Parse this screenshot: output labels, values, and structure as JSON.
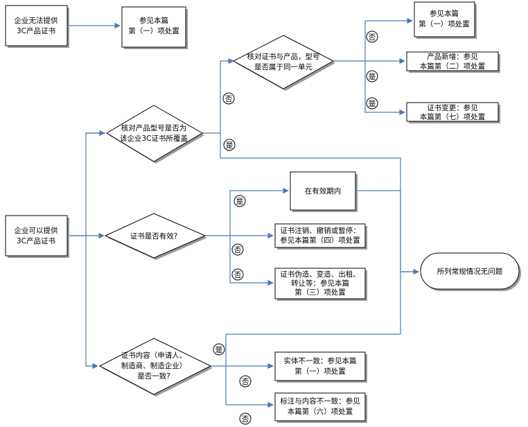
{
  "nodes": {
    "no_cert": [
      "企业无法提供",
      "3C产品证书"
    ],
    "ref_1_top": [
      "参见本篇",
      "第（一）项处置"
    ],
    "verify_unit": [
      "核对证书与产品，型号",
      "是否属于同一单元"
    ],
    "ref_1_right": [
      "参见本篇",
      "第（一）项处置"
    ],
    "new_product": [
      "产品新增：参见",
      "本篇第（二）项处置"
    ],
    "cert_change": [
      "证书变更：参见",
      "本篇第（七）项处置"
    ],
    "verify_model": [
      "核对产品型号是否为",
      "该企业3C证书所覆盖"
    ],
    "can_provide": [
      "企业可以提供",
      "3C产品证书"
    ],
    "valid_q": [
      "证书是否有效?"
    ],
    "in_period": [
      "在有效期内"
    ],
    "revoked": [
      "证书注销、撤销或暂停：",
      "参见本篇第（四）项处置"
    ],
    "forged": [
      "证书伪造、变造、出租、",
      "转让等：参见本篇",
      "第（三）项处置"
    ],
    "no_problem": [
      "所列常规情况无问题"
    ],
    "content_q": [
      "证书内容（申请人、",
      "制造商、制造企业）",
      "是否一致?"
    ],
    "entity_mismatch": [
      "实体不一致：参见本篇",
      "第（一）项处置"
    ],
    "label_mismatch": [
      "标注与内容不一致：参见",
      "本篇第（六）项处置"
    ]
  },
  "labels": {
    "yes": "是",
    "no": "否"
  },
  "colors": {
    "edge": "#4a7ab5",
    "shadow": "#9a9a9a",
    "border": "#000000"
  }
}
